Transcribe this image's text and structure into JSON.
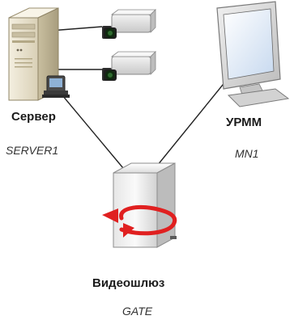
{
  "nodes": {
    "server": {
      "label": "Сервер",
      "id": "SERVER1",
      "icon": "server-tower-icon"
    },
    "urmm": {
      "label": "УРММ",
      "id": "MN1",
      "icon": "monitor-icon"
    },
    "gate": {
      "label": "Видеошлюз",
      "id": "GATE",
      "icon": "gateway-icon"
    },
    "cameras": [
      {
        "icon": "camera-icon"
      },
      {
        "icon": "camera-icon"
      }
    ]
  },
  "edges": [
    {
      "from": "server",
      "to": "gate"
    },
    {
      "from": "gate",
      "to": "urmm"
    },
    {
      "from": "server",
      "to": "cameras"
    }
  ],
  "colors": {
    "line": "#222222",
    "gate_arrow": "#e02020",
    "monitor_frame": "#d8d8d8",
    "screen": "#cfe0f5"
  }
}
